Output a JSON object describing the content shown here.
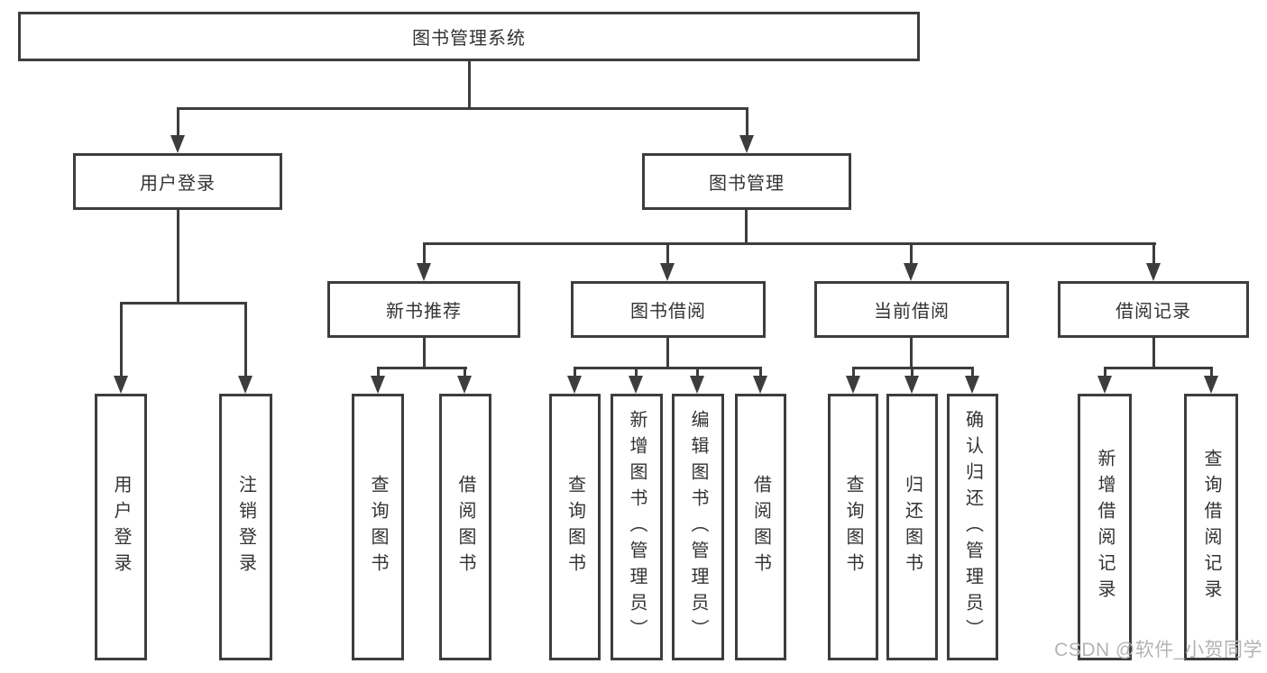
{
  "title": "图书管理系统",
  "level2": {
    "user_login": "用户登录",
    "book_mgmt": "图书管理"
  },
  "level3": {
    "new_books": "新书推荐",
    "borrowing": "图书借阅",
    "current": "当前借阅",
    "records": "借阅记录"
  },
  "leaves": {
    "user_login": [
      "用户登录",
      "注销登录"
    ],
    "new_books": [
      "查询图书",
      "借阅图书"
    ],
    "borrowing": [
      "查询图书",
      "新增图书（管理员）",
      "编辑图书（管理员）",
      "借阅图书"
    ],
    "current": [
      "查询图书",
      "归还图书",
      "确认归还（管理员）"
    ],
    "records": [
      "新增借阅记录",
      "查询借阅记录"
    ]
  },
  "watermark": "CSDN @软件_小贺同学",
  "colors": {
    "line": "#3d3d3d",
    "text": "#333333",
    "watermark": "#b3b3b3",
    "background": "#ffffff"
  }
}
